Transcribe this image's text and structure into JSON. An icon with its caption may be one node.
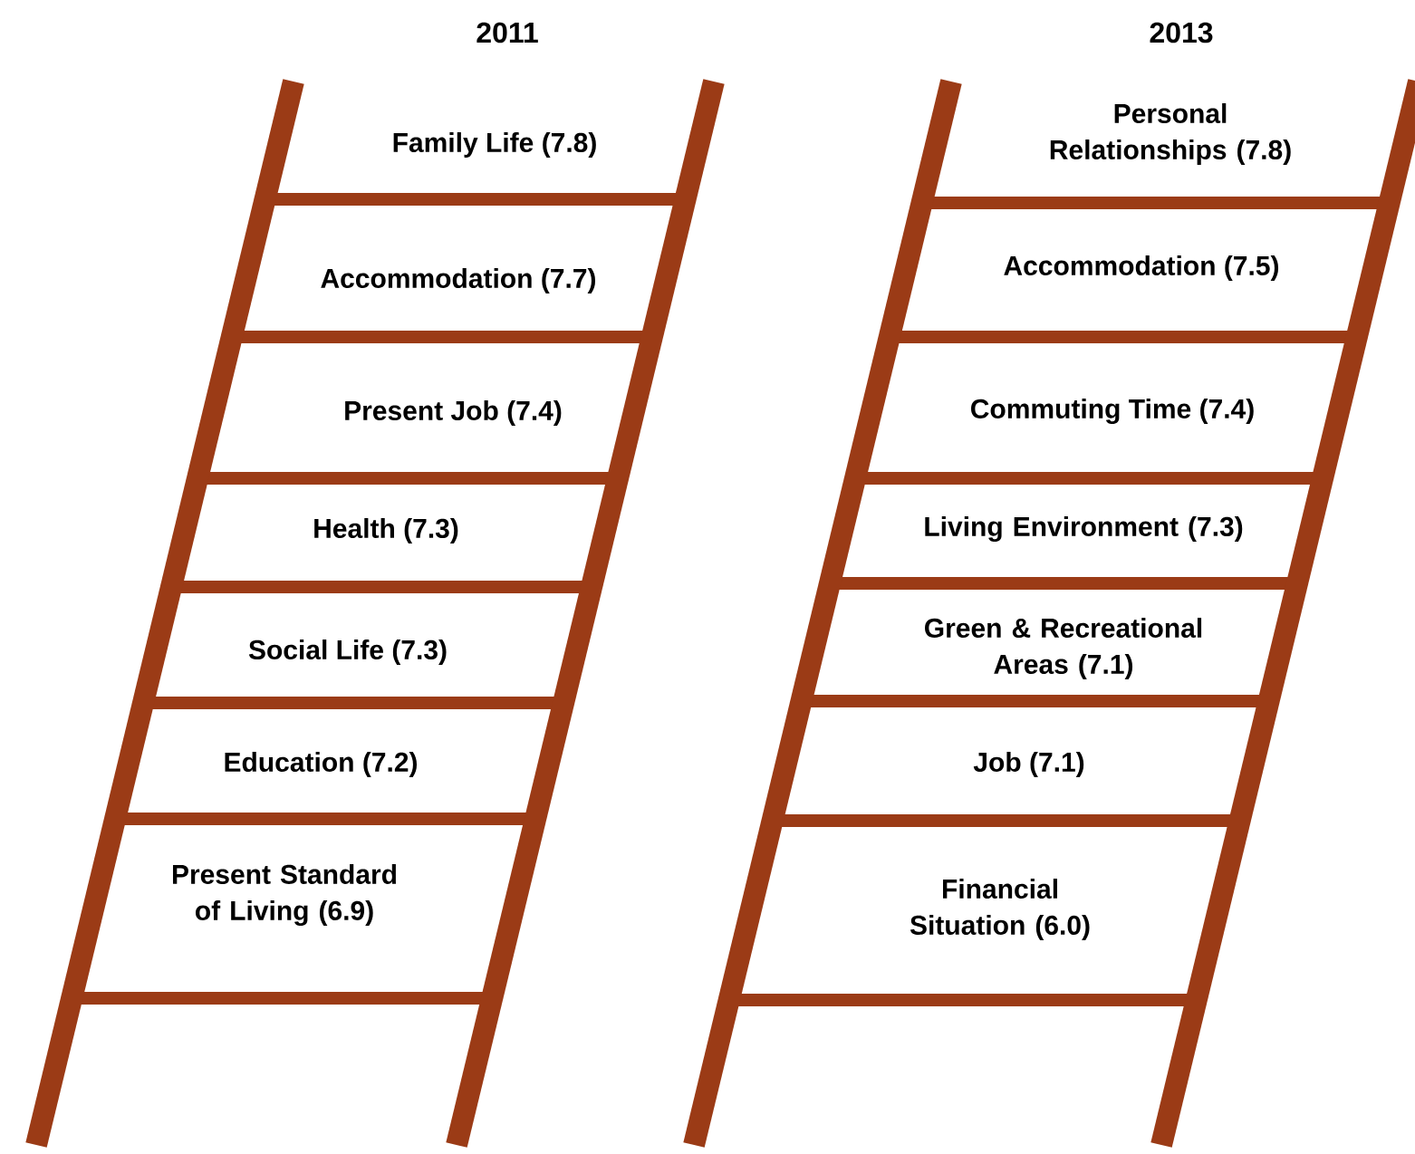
{
  "diagram": {
    "nodes": [
      {
        "text": [
          "Family Life (7.8)"
        ]
      },
      {
        "text": [
          "Accommodation (7.7)"
        ]
      },
      {
        "text": [
          "Present Job (7.4)"
        ]
      },
      {
        "text": [
          "Health (7.3)"
        ]
      },
      {
        "text": [
          "Social Life (7.3)"
        ]
      },
      {
        "text": [
          "Education (7.2)"
        ]
      },
      {
        "text": [
          "Present Standard of Living (6.9)"
        ]
      },
      {
        "text": [
          "Personal Relationships (7.8)"
        ]
      },
      {
        "text": [
          "Accommodation (7.5)"
        ]
      },
      {
        "text": [
          "Commuting Time (7.4)"
        ]
      },
      {
        "text": [
          "Living Environment (7.3)"
        ]
      },
      {
        "text": [
          "Green & Recreational Areas (7.1)"
        ]
      },
      {
        "text": [
          "Job (7.1)"
        ]
      },
      {
        "text": [
          "Financial Situation (6.0)"
        ]
      }
    ],
    "labels": [
      "2011",
      "2013"
    ]
  }
}
